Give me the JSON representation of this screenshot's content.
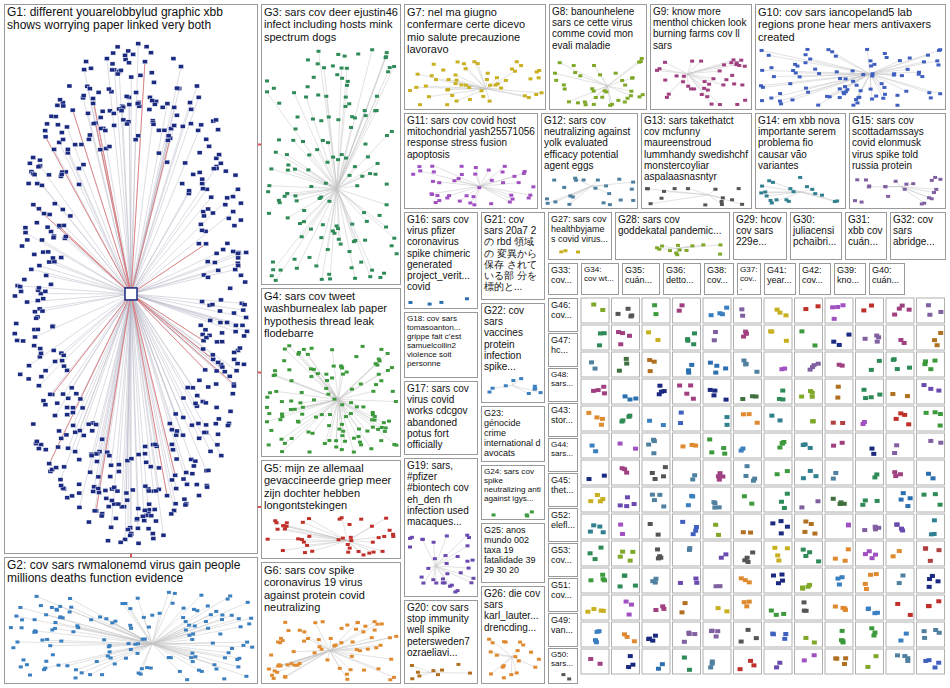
{
  "diagram": {
    "nodes": [
      {
        "text": [
          "G1: different youarelobbylud graphic xbb shows worrying paper linked very both"
        ]
      },
      {
        "text": [
          "G2: cov sars rwmalonemd virus gain people millions deaths function evidence"
        ]
      },
      {
        "text": [
          "G3: sars cov deer ejustin46 infect including hosts mink spectrum dogs"
        ]
      },
      {
        "text": [
          "G4: sars cov tweet washburnealex lab paper hypothesis thread leak flodebarre"
        ]
      },
      {
        "text": [
          "G5: mijn ze allemaal gevaccineerde griep meer zijn dochter hebben longontstekingen"
        ]
      },
      {
        "text": [
          "G6: sars cov spike coronavirus 19 virus against protein covid neutralizing"
        ]
      },
      {
        "text": [
          "G7: nel ma giugno confermare certe dicevo mio salute precauzione lavoravo"
        ]
      },
      {
        "text": [
          "G8: banounhelene sars ce cette virus comme covid mon evali maladie"
        ]
      },
      {
        "text": [
          "G9: know more menthol chicken look burning farms cov ll sars"
        ]
      },
      {
        "text": [
          "G10: cov sars iancopeland5 lab regions prone hear mers antivaxers created"
        ]
      },
      {
        "text": [
          "G11: sars cov covid host mitochondrial yash25571056 response stress fusion apoptosis"
        ]
      },
      {
        "text": [
          "G12: sars cov neutralizing against yolk evaluated efficacy potential agent eggs"
        ]
      },
      {
        "text": [
          "G13: sars takethatct cov mcfunny maureenstroud lummhandy swedishchf monstercoyliar aspalaasnasntyr"
        ]
      },
      {
        "text": [
          "G14: em xbb nova importante serem problema fio causar vão variantes"
        ]
      },
      {
        "text": [
          "G15: sars cov scottadamssays covid elonmusk virus spike told russia protein"
        ]
      },
      {
        "text": [
          "G16: sars cov virus pfizer coronavirus spike chimeric generated project_verit... covid"
        ]
      },
      {
        "text": [
          "G18: cov sars tomasoanton... grippe fait c'est samuelcollin2 violence soit personne"
        ]
      },
      {
        "text": [
          "G17: sars cov virus covid works cdcgov abandoned potus fort officially"
        ]
      },
      {
        "text": [
          "G19: sars, #pfizer #biontech cov eh_den rh infection used macaques..."
        ]
      },
      {
        "text": [
          "G20: cov sars stop immunity well spike petersweden7 ozraeliavi..."
        ]
      },
      {
        "text": [
          "G21: cov sars 20a7 2 の rbd 領域の 変異から保存 されている部 分を標的と..."
        ]
      },
      {
        "text": [
          "G22: cov sars vaccines protein infection spike..."
        ]
      },
      {
        "text": [
          "G23: génocide crime international d avocats"
        ]
      },
      {
        "text": [
          "G24: sars cov spike neutralizing anti against igys..."
        ]
      },
      {
        "text": [
          "G25: anos mundo 002 taxa 19 fatalidade 39 29 30 20"
        ]
      },
      {
        "text": [
          "G26: die cov sars karl_lauter... drencding..."
        ]
      },
      {
        "text": [
          "G27: sars cov healthbyjames covid virus..."
        ]
      },
      {
        "text": [
          "G28: sars cov goddekatal pandemic..."
        ]
      },
      {
        "text": [
          "G29: hcov cov sars 229e..."
        ]
      },
      {
        "text": [
          "G30: juliacensi pchaibri..."
        ]
      },
      {
        "text": [
          "G31: xbb cov cuán..."
        ]
      },
      {
        "text": [
          "G32: cov sars abridge..."
        ]
      },
      {
        "text": [
          "G33: cov..."
        ]
      },
      {
        "text": [
          "G34: cov wt..."
        ]
      },
      {
        "text": [
          "G35: cuán..."
        ]
      },
      {
        "text": [
          "G36: detto..."
        ]
      },
      {
        "text": [
          "G38: cov..."
        ]
      },
      {
        "text": [
          "G37: cov..."
        ]
      },
      {
        "text": [
          "G41: year..."
        ]
      },
      {
        "text": [
          "G42: cov..."
        ]
      },
      {
        "text": [
          "G39: kno..."
        ]
      },
      {
        "text": [
          "G40: cuán..."
        ]
      },
      {
        "text": [
          "G46: cov..."
        ]
      },
      {
        "text": [
          "G47: hc..."
        ]
      },
      {
        "text": [
          "G48: sars..."
        ]
      },
      {
        "text": [
          "G43: stor..."
        ]
      },
      {
        "text": [
          "G44: sars..."
        ]
      },
      {
        "text": [
          "G45: thet..."
        ]
      },
      {
        "text": [
          "G52: elefl..."
        ]
      },
      {
        "text": [
          "G53: cov..."
        ]
      },
      {
        "text": [
          "G51: cov..."
        ]
      },
      {
        "text": [
          "G49: van..."
        ]
      },
      {
        "text": [
          "G50: sars..."
        ]
      }
    ],
    "edges": [
      {
        "from": 0,
        "to": 2,
        "arrow": "none"
      },
      {
        "from": 0,
        "to": 3,
        "arrow": "none"
      },
      {
        "from": 0,
        "to": 4,
        "arrow": "none"
      },
      {
        "from": 0,
        "to": 1,
        "arrow": "none"
      }
    ]
  }
}
